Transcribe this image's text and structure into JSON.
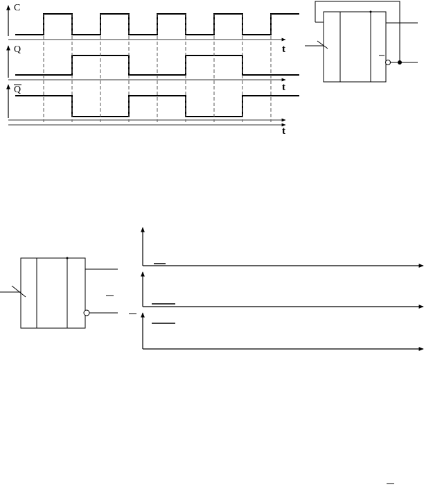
{
  "timing": {
    "signals": [
      {
        "name": "C",
        "values": [
          0,
          1,
          0,
          1,
          0,
          1,
          0,
          1,
          0,
          1
        ]
      },
      {
        "name": "Q",
        "values": [
          0,
          0,
          1,
          1,
          0,
          0,
          1,
          1,
          0,
          0
        ]
      },
      {
        "name": "Q",
        "overline": true,
        "values": [
          1,
          1,
          0,
          0,
          1,
          1,
          0,
          0,
          1,
          1
        ]
      }
    ],
    "time_label": "t"
  }
}
